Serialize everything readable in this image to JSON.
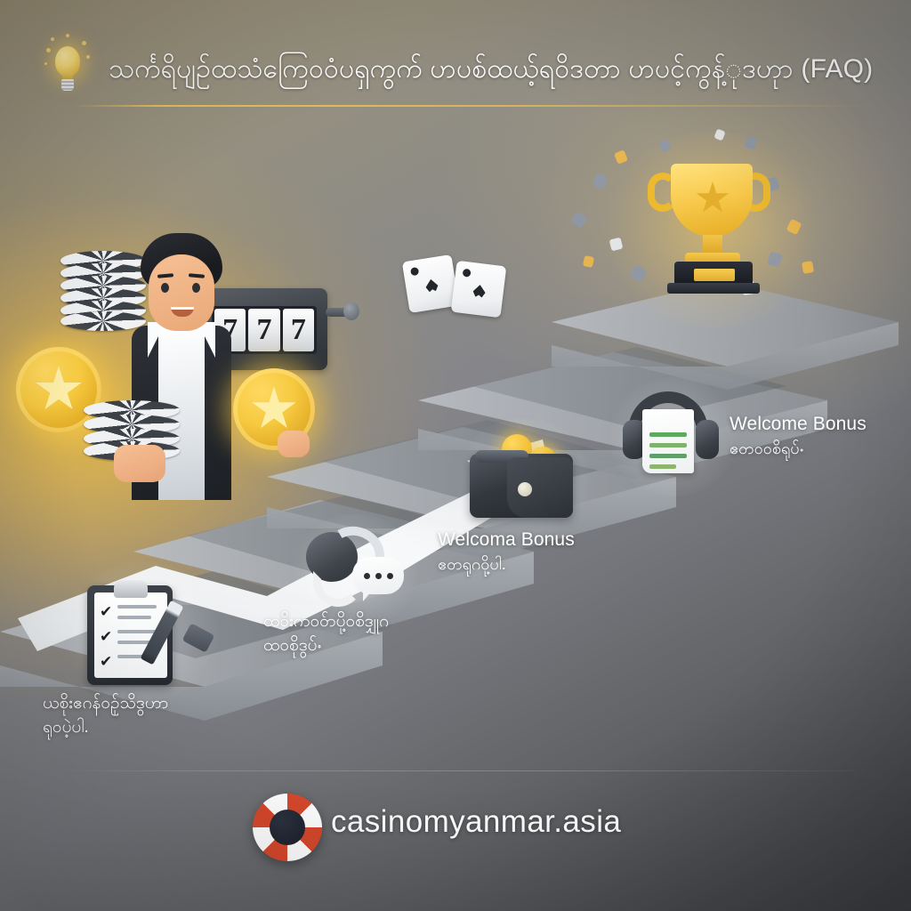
{
  "header": {
    "icon": "lightbulb-icon",
    "title": "သင်္ကရိပျဉ်ထသံကြေဝဝံပရှကွက် ဟပစ်ထယ့်ရဝိဒတာ ဟပင့်ကွန့်ုဒဟုာ (FAQ)",
    "accent_color": "#e8bc50"
  },
  "scene": {
    "character": {
      "name": "casino-player-illustration",
      "slot_reels": [
        "7",
        "7",
        "7"
      ],
      "coins": [
        "gold-star-coin",
        "gold-star-coin"
      ],
      "chips": [
        "casino-chip-stack",
        "casino-chip-stack"
      ],
      "cards": [
        "playing-card-spade",
        "playing-card-spade"
      ]
    },
    "trophy": {
      "name": "gold-trophy",
      "confetti_colors": [
        "#f0b94a",
        "#8d97a6",
        "#ffffff"
      ]
    },
    "arrow": {
      "name": "upward-progress-arrow",
      "color": "#f2f4f6"
    }
  },
  "steps": [
    {
      "id": "step-checklist",
      "icon": "clipboard-checklist-icon",
      "title_en": "",
      "my_line_1": "ယစိုးဧဂန်ဝဉ်ုသိဒွဟာ",
      "my_line_2": "ရုဝပဲ့ပါ."
    },
    {
      "id": "step-support",
      "icon": "headset-chat-icon",
      "title_en": "",
      "my_line_1": "ထဝိးကဝဝ်ာပို့ဝစိဒျှုဂ",
      "my_line_2": "ထဝစိုဒွပ်ႋ"
    },
    {
      "id": "step-wallet",
      "icon": "wallet-coins-icon",
      "title_en": "Welcoma Bonus",
      "my_line_1": "ဧဝာရုဂဝို့ပါ.",
      "my_line_2": ""
    },
    {
      "id": "step-faq",
      "icon": "headset-document-icon",
      "title_en": "Welcome Bonus",
      "my_line_1": "ဧဝာဝဝစိရုပ်ႋ",
      "my_line_2": ""
    }
  ],
  "footer": {
    "logo_icon": "lifebuoy-icon",
    "brand": "casinomyanmar.asia",
    "logo_colors": {
      "ring": "#d6482c",
      "hub": "#20262f"
    }
  }
}
